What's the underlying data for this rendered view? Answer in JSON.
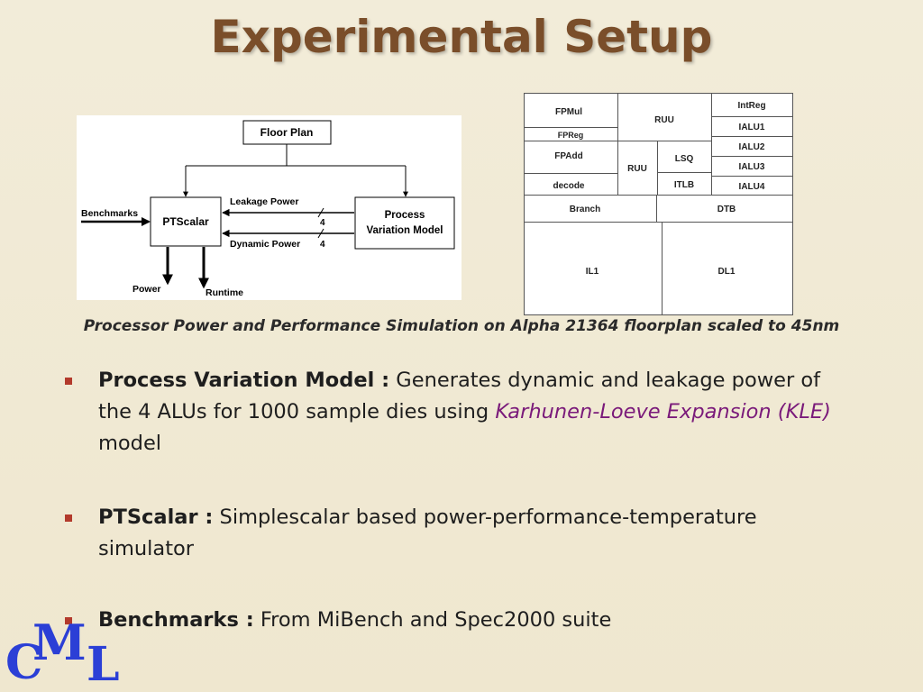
{
  "slide": {
    "title": "Experimental Setup",
    "caption": "Processor Power and Performance Simulation on Alpha 21364 floorplan scaled to 45nm"
  },
  "flow_diagram": {
    "floor_plan": "Floor Plan",
    "ptscalar": "PTScalar",
    "process_variation_line1": "Process",
    "process_variation_line2": "Variation Model",
    "benchmarks": "Benchmarks",
    "leakage_power": "Leakage Power",
    "dynamic_power": "Dynamic Power",
    "leakage_width": "4",
    "dynamic_width": "4",
    "power": "Power",
    "runtime": "Runtime"
  },
  "floorplan": {
    "fpmul": "FPMul",
    "fpreg": "FPReg",
    "ruu_top": "RUU",
    "intreg": "IntReg",
    "ialu1": "IALU1",
    "ialu2": "IALU2",
    "ialu3": "IALU3",
    "ialu4": "IALU4",
    "fpadd": "FPAdd",
    "ruu_mid": "RUU",
    "lsq": "LSQ",
    "itlb": "ITLB",
    "decode": "decode",
    "branch": "Branch",
    "dtb": "DTB",
    "il1": "IL1",
    "dl1": "DL1"
  },
  "bullets": [
    {
      "term": "Process Variation Model :",
      "text": " Generates dynamic and leakage power of the 4 ALUs for 1000 sample dies using ",
      "highlight": "Karhunen-Loeve Expansion (KLE)",
      "tail": " model"
    },
    {
      "term": "PTScalar :",
      "text": " Simplescalar based power-performance-temperature simulator"
    },
    {
      "term": "Benchmarks :",
      "text": " From MiBench and Spec2000 suite"
    }
  ],
  "logo": {
    "c": "C",
    "m": "M",
    "l": "L"
  },
  "colors": {
    "title": "#7a4e2a",
    "bullet_marker": "#b33a2c",
    "highlight": "#7a1a7a",
    "logo": "#2b3fd6",
    "background": "#f2ecd9"
  }
}
